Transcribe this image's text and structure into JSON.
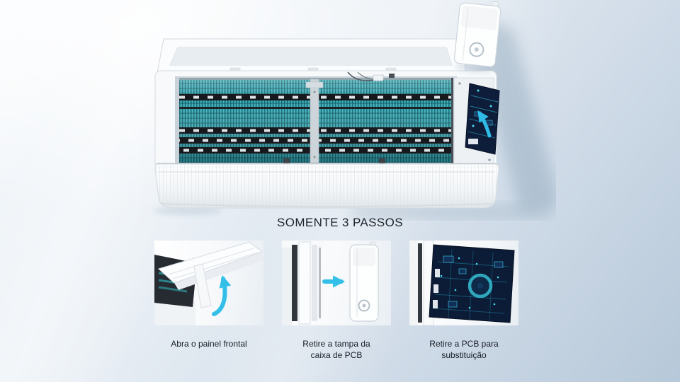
{
  "page": {
    "title": "SOMENTE 3 PASSOS"
  },
  "steps": [
    {
      "caption": "Abra o painel frontal"
    },
    {
      "caption": "Retire a tampa da\ncaixa de PCB"
    },
    {
      "caption": "Retire a PCB para\nsubstituição"
    }
  ],
  "icons": {
    "step1_arrow": "curved-up-arrow",
    "step2_arrow": "right-arrow",
    "main_pcb_arrow": "up-left-arrow"
  },
  "colors": {
    "accent_cyan": "#33bfe8",
    "coil_teal": "#2b9aa4",
    "pcb_navy": "#0d1d3a",
    "background_top": "#f7fafc",
    "background_bottom": "#b6c8d9"
  }
}
